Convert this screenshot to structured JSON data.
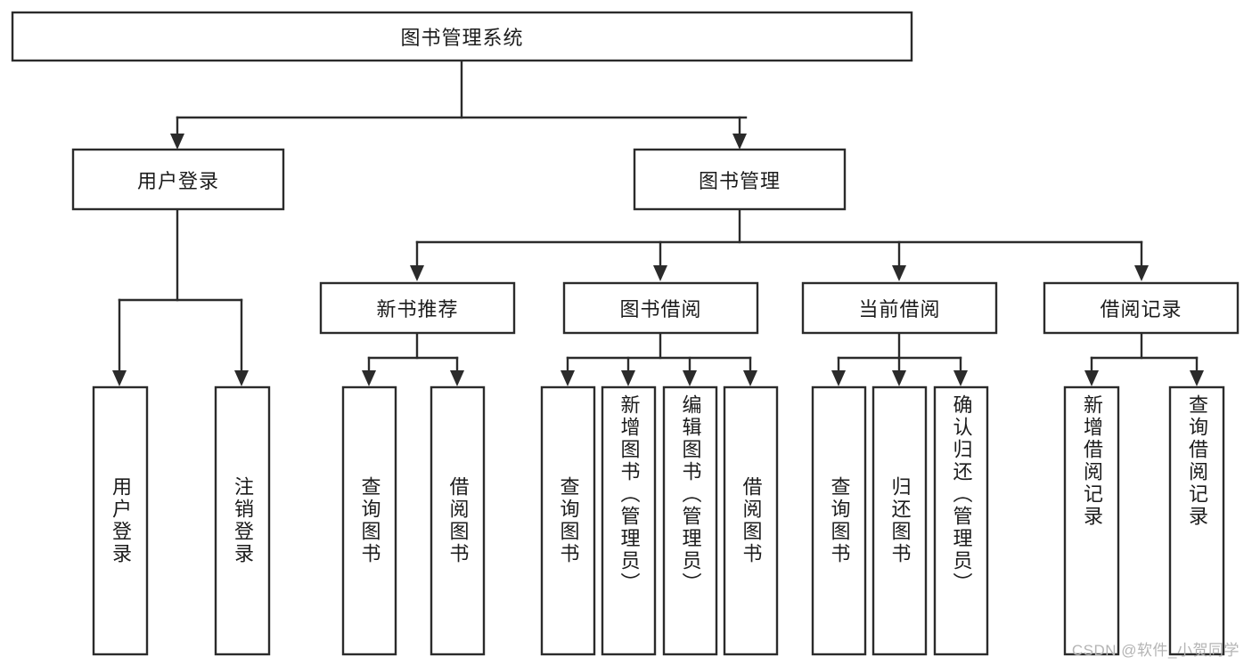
{
  "diagram": {
    "type": "hierarchy-tree",
    "title": "图书管理系统",
    "watermark": "CSDN @软件_小贺同学",
    "colors": {
      "box_stroke": "#2b2b2b",
      "box_fill": "#ffffff",
      "text": "#1c1c1c",
      "connector": "#2b2b2b",
      "background": "#ffffff",
      "watermark": "#b4b4b4"
    },
    "levels": {
      "root": {
        "label": "图书管理系统",
        "orientation": "horizontal"
      },
      "level2": [
        {
          "id": "user-login",
          "label": "用户登录",
          "orientation": "horizontal"
        },
        {
          "id": "book-manage",
          "label": "图书管理",
          "orientation": "horizontal"
        }
      ],
      "level3": [
        {
          "id": "new-book-recommend",
          "label": "新书推荐",
          "orientation": "horizontal",
          "parent": "book-manage"
        },
        {
          "id": "book-borrow",
          "label": "图书借阅",
          "orientation": "horizontal",
          "parent": "book-manage"
        },
        {
          "id": "current-borrow",
          "label": "当前借阅",
          "orientation": "horizontal",
          "parent": "book-manage"
        },
        {
          "id": "borrow-record",
          "label": "借阅记录",
          "orientation": "horizontal",
          "parent": "book-manage"
        }
      ],
      "leaves": [
        {
          "id": "leaf-user-login",
          "label": "用户登录",
          "orientation": "vertical",
          "parent": "user-login"
        },
        {
          "id": "leaf-logout",
          "label": "注销登录",
          "orientation": "vertical",
          "parent": "user-login"
        },
        {
          "id": "leaf-query-book-1",
          "label": "查询图书",
          "orientation": "vertical",
          "parent": "new-book-recommend"
        },
        {
          "id": "leaf-borrow-book-1",
          "label": "借阅图书",
          "orientation": "vertical",
          "parent": "new-book-recommend"
        },
        {
          "id": "leaf-query-book-2",
          "label": "查询图书",
          "orientation": "vertical",
          "parent": "book-borrow"
        },
        {
          "id": "leaf-add-book",
          "label": "新增图书（管理员）",
          "orientation": "vertical",
          "parent": "book-borrow"
        },
        {
          "id": "leaf-edit-book",
          "label": "编辑图书（管理员）",
          "orientation": "vertical",
          "parent": "book-borrow"
        },
        {
          "id": "leaf-borrow-book-2",
          "label": "借阅图书",
          "orientation": "vertical",
          "parent": "book-borrow"
        },
        {
          "id": "leaf-query-book-3",
          "label": "查询图书",
          "orientation": "vertical",
          "parent": "current-borrow"
        },
        {
          "id": "leaf-return-book",
          "label": "归还图书",
          "orientation": "vertical",
          "parent": "current-borrow"
        },
        {
          "id": "leaf-confirm-return",
          "label": "确认归还（管理员）",
          "orientation": "vertical",
          "parent": "current-borrow"
        },
        {
          "id": "leaf-add-record",
          "label": "新增借阅记录",
          "orientation": "vertical",
          "parent": "borrow-record"
        },
        {
          "id": "leaf-query-record",
          "label": "查询借阅记录",
          "orientation": "vertical",
          "parent": "borrow-record"
        }
      ]
    }
  }
}
